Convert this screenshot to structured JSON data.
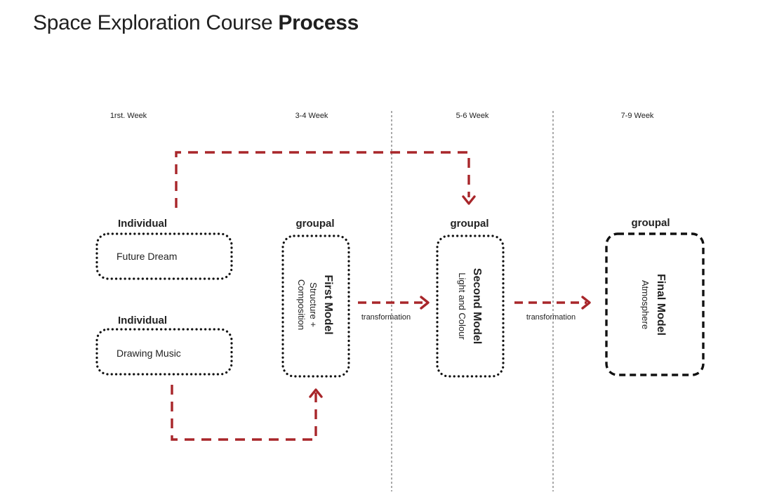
{
  "title": {
    "light": "Space Exploration Course",
    "bold": "Process"
  },
  "weeks": [
    "1rst. Week",
    "3-4 Week",
    "5-6 Week",
    "7-9 Week"
  ],
  "nodes": {
    "future_dream": {
      "label": "Individual",
      "text": "Future Dream"
    },
    "drawing_music": {
      "label": "Individual",
      "text": "Drawing Music"
    },
    "first_model": {
      "label": "groupal",
      "title": "First Model",
      "sub1": "Structure +",
      "sub2": "Composition"
    },
    "second_model": {
      "label": "groupal",
      "title": "Second Model",
      "sub1": "Light and Colour"
    },
    "final_model": {
      "label": "groupal",
      "title": "Final Model",
      "sub1": "Atmosphere"
    }
  },
  "edges": {
    "first_to_second": "transformation",
    "second_to_final": "transformation"
  },
  "colors": {
    "arrow": "#a8262a",
    "box": "#111111"
  }
}
